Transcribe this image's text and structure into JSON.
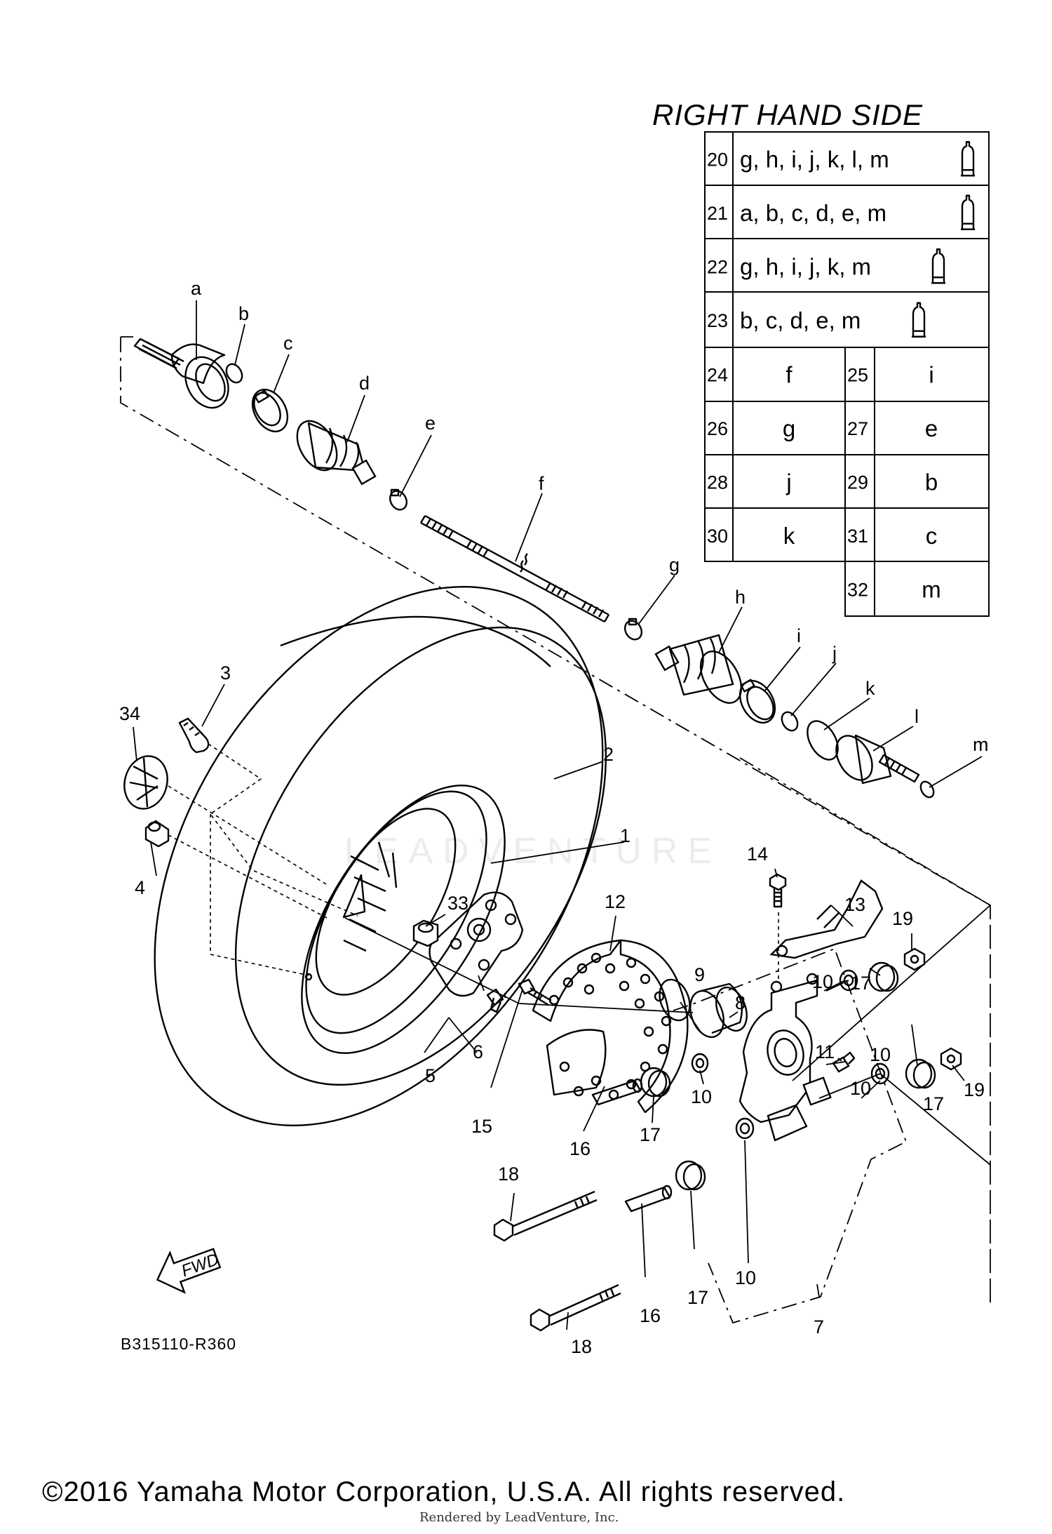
{
  "header": {
    "title": "RIGHT HAND SIDE",
    "diagram_code": "B315110-R360",
    "watermark": "LEADVENTURE"
  },
  "kit_table": {
    "wide_rows": [
      {
        "ref": "20",
        "parts": "g, h, i, j, k, l, m"
      },
      {
        "ref": "21",
        "parts": "a, b, c, d, e, m"
      },
      {
        "ref": "22",
        "parts": "g, h, i, j, k, m"
      },
      {
        "ref": "23",
        "parts": "b, c, d, e, m"
      }
    ],
    "pair_rows": [
      {
        "left_ref": "24",
        "left_part": "f",
        "right_ref": "25",
        "right_part": "i"
      },
      {
        "left_ref": "26",
        "left_part": "g",
        "right_ref": "27",
        "right_part": "e"
      },
      {
        "left_ref": "28",
        "left_part": "j",
        "right_ref": "29",
        "right_part": "b"
      },
      {
        "left_ref": "30",
        "left_part": "k",
        "right_ref": "31",
        "right_part": "c"
      },
      {
        "left_ref": "",
        "left_part": "",
        "right_ref": "32",
        "right_part": "m"
      }
    ],
    "grease_icon": "grease-tube-icon"
  },
  "letter_callouts": [
    "a",
    "b",
    "c",
    "d",
    "e",
    "f",
    "g",
    "h",
    "i",
    "j",
    "k",
    "l",
    "m"
  ],
  "number_callouts": {
    "n1": "1",
    "n2": "2",
    "n3": "3",
    "n4": "4",
    "n5": "5",
    "n6": "6",
    "n7": "7",
    "n8": "8",
    "n9": "9",
    "n10a": "10",
    "n10b": "10",
    "n10c": "10",
    "n10d": "10",
    "n10e": "10",
    "n11": "11",
    "n12": "12",
    "n13": "13",
    "n14": "14",
    "n15": "15",
    "n16a": "16",
    "n16b": "16",
    "n17a": "17",
    "n17b": "17",
    "n17c": "17",
    "n17d": "17",
    "n18a": "18",
    "n18b": "18",
    "n19a": "19",
    "n19b": "19",
    "n33": "33",
    "n34": "34"
  },
  "fwd_arrow": {
    "label": "FWD"
  },
  "footer": {
    "copyright": "©2016 Yamaha Motor Corporation, U.S.A. All rights reserved.",
    "rendered_by": "Rendered by LeadVenture, Inc."
  }
}
